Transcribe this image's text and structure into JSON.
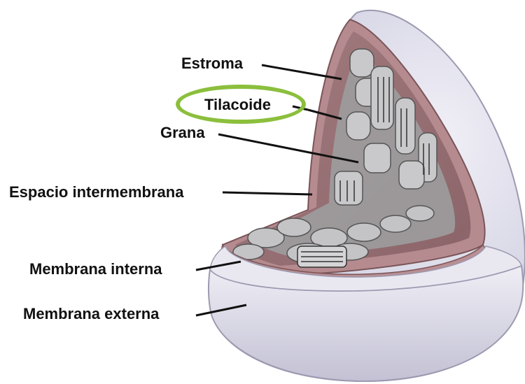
{
  "labels": {
    "estroma": "Estroma",
    "tilacoide": "Tilacoide",
    "grana": "Grana",
    "espacio_intermembrana": "Espacio intermembrana",
    "membrana_interna": "Membrana interna",
    "membrana_externa": "Membrana externa"
  },
  "highlighted_label": "Tilacoide",
  "colors": {
    "highlight_ring": "#8bbf3c",
    "outer_membrane": "#d9d8e6",
    "inner_membrane": "#a87a7e",
    "stroma": "#9b7478",
    "thylakoid": "#b8b8b8",
    "label_text": "#111111"
  }
}
